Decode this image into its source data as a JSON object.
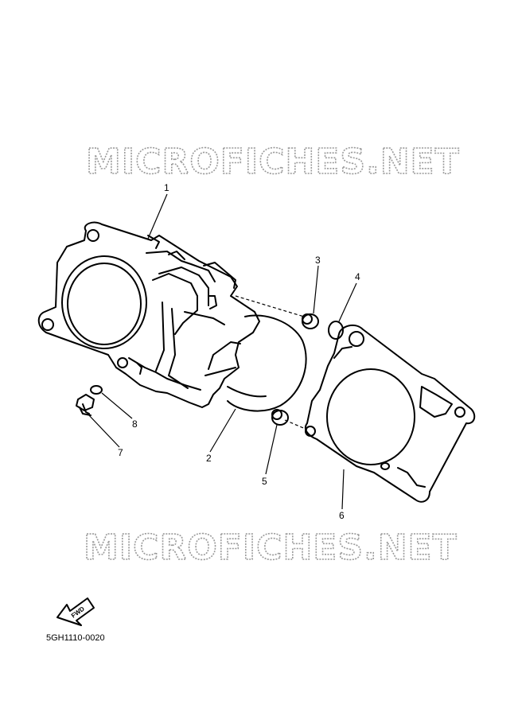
{
  "watermark": "MICROFICHES.NET",
  "diagram_code": "5GH1110-0020",
  "forward_label": "FWD",
  "callouts": [
    {
      "id": "1",
      "label": "1"
    },
    {
      "id": "2",
      "label": "2"
    },
    {
      "id": "3",
      "label": "3"
    },
    {
      "id": "4",
      "label": "4"
    },
    {
      "id": "5",
      "label": "5"
    },
    {
      "id": "6",
      "label": "6"
    },
    {
      "id": "7",
      "label": "7"
    },
    {
      "id": "8",
      "label": "8"
    }
  ],
  "colors": {
    "line": "#000000",
    "watermark": "#9a9a9a",
    "background": "#ffffff"
  }
}
